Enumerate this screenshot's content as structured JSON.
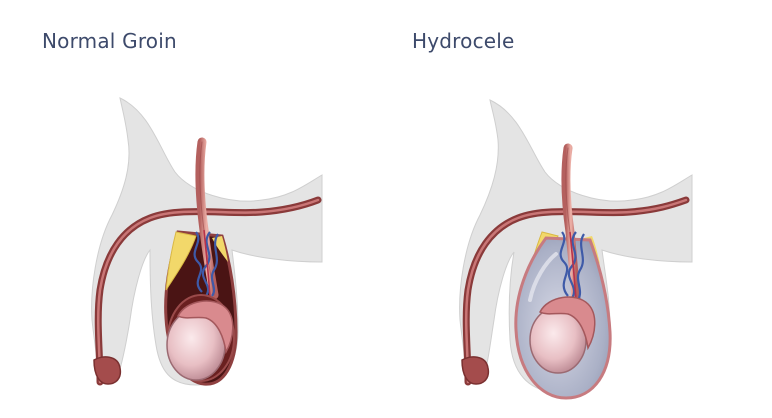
{
  "panels": [
    {
      "title": "Normal Groin",
      "variant": "normal"
    },
    {
      "title": "Hydrocele",
      "variant": "hydrocele"
    }
  ],
  "colors": {
    "body": "#e6e6e6",
    "body_edge": "#c8c8c8",
    "cavity": "#4a1414",
    "cord": "#b55d5d",
    "cord_light": "#e8a8a0",
    "fat": "#f2d86a",
    "vein": "#3e5aa8",
    "artery": "#b8324a",
    "testis": "#e9c2c6",
    "epididymis": "#d98a8e",
    "fluid": "#a9adc2",
    "fluid_light": "#cfd2df",
    "title": "#3d4a6b"
  }
}
